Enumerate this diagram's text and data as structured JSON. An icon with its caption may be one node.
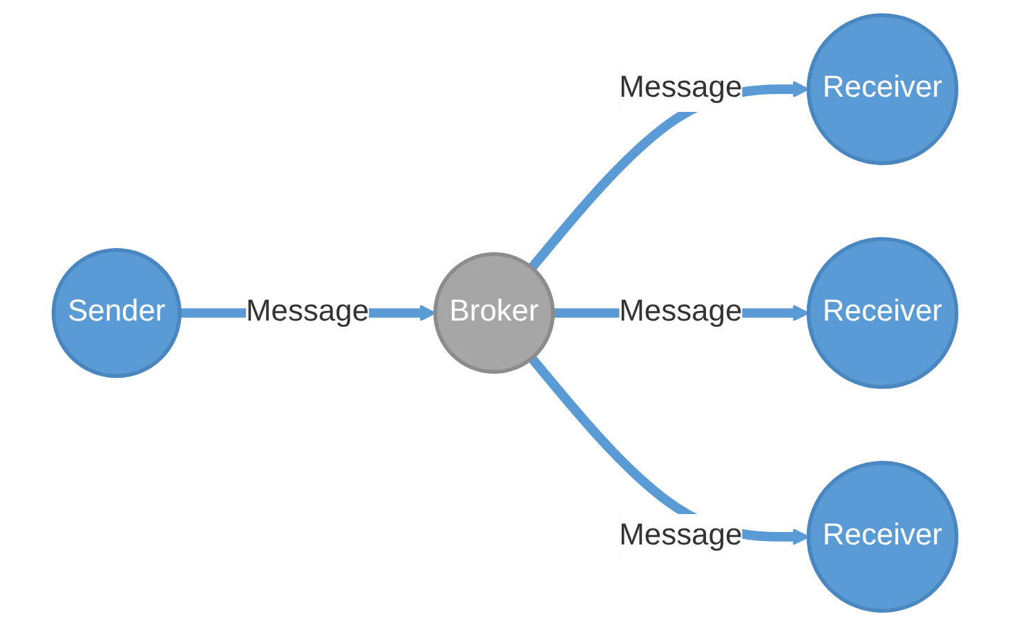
{
  "diagram": {
    "nodes": [
      {
        "text": [
          "Sender"
        ]
      },
      {
        "text": [
          "Broker"
        ]
      },
      {
        "text": [
          "Receiver"
        ]
      },
      {
        "text": [
          "Receiver"
        ]
      },
      {
        "text": [
          "Receiver"
        ]
      }
    ],
    "edges": [
      {
        "from": 0,
        "to": 1,
        "arrow": "to",
        "label": "Message"
      },
      {
        "from": 1,
        "to": 2,
        "arrow": "to",
        "label": "Message"
      },
      {
        "from": 1,
        "to": 3,
        "arrow": "to",
        "label": "Message"
      },
      {
        "from": 1,
        "to": 4,
        "arrow": "to",
        "label": "Message"
      }
    ]
  }
}
